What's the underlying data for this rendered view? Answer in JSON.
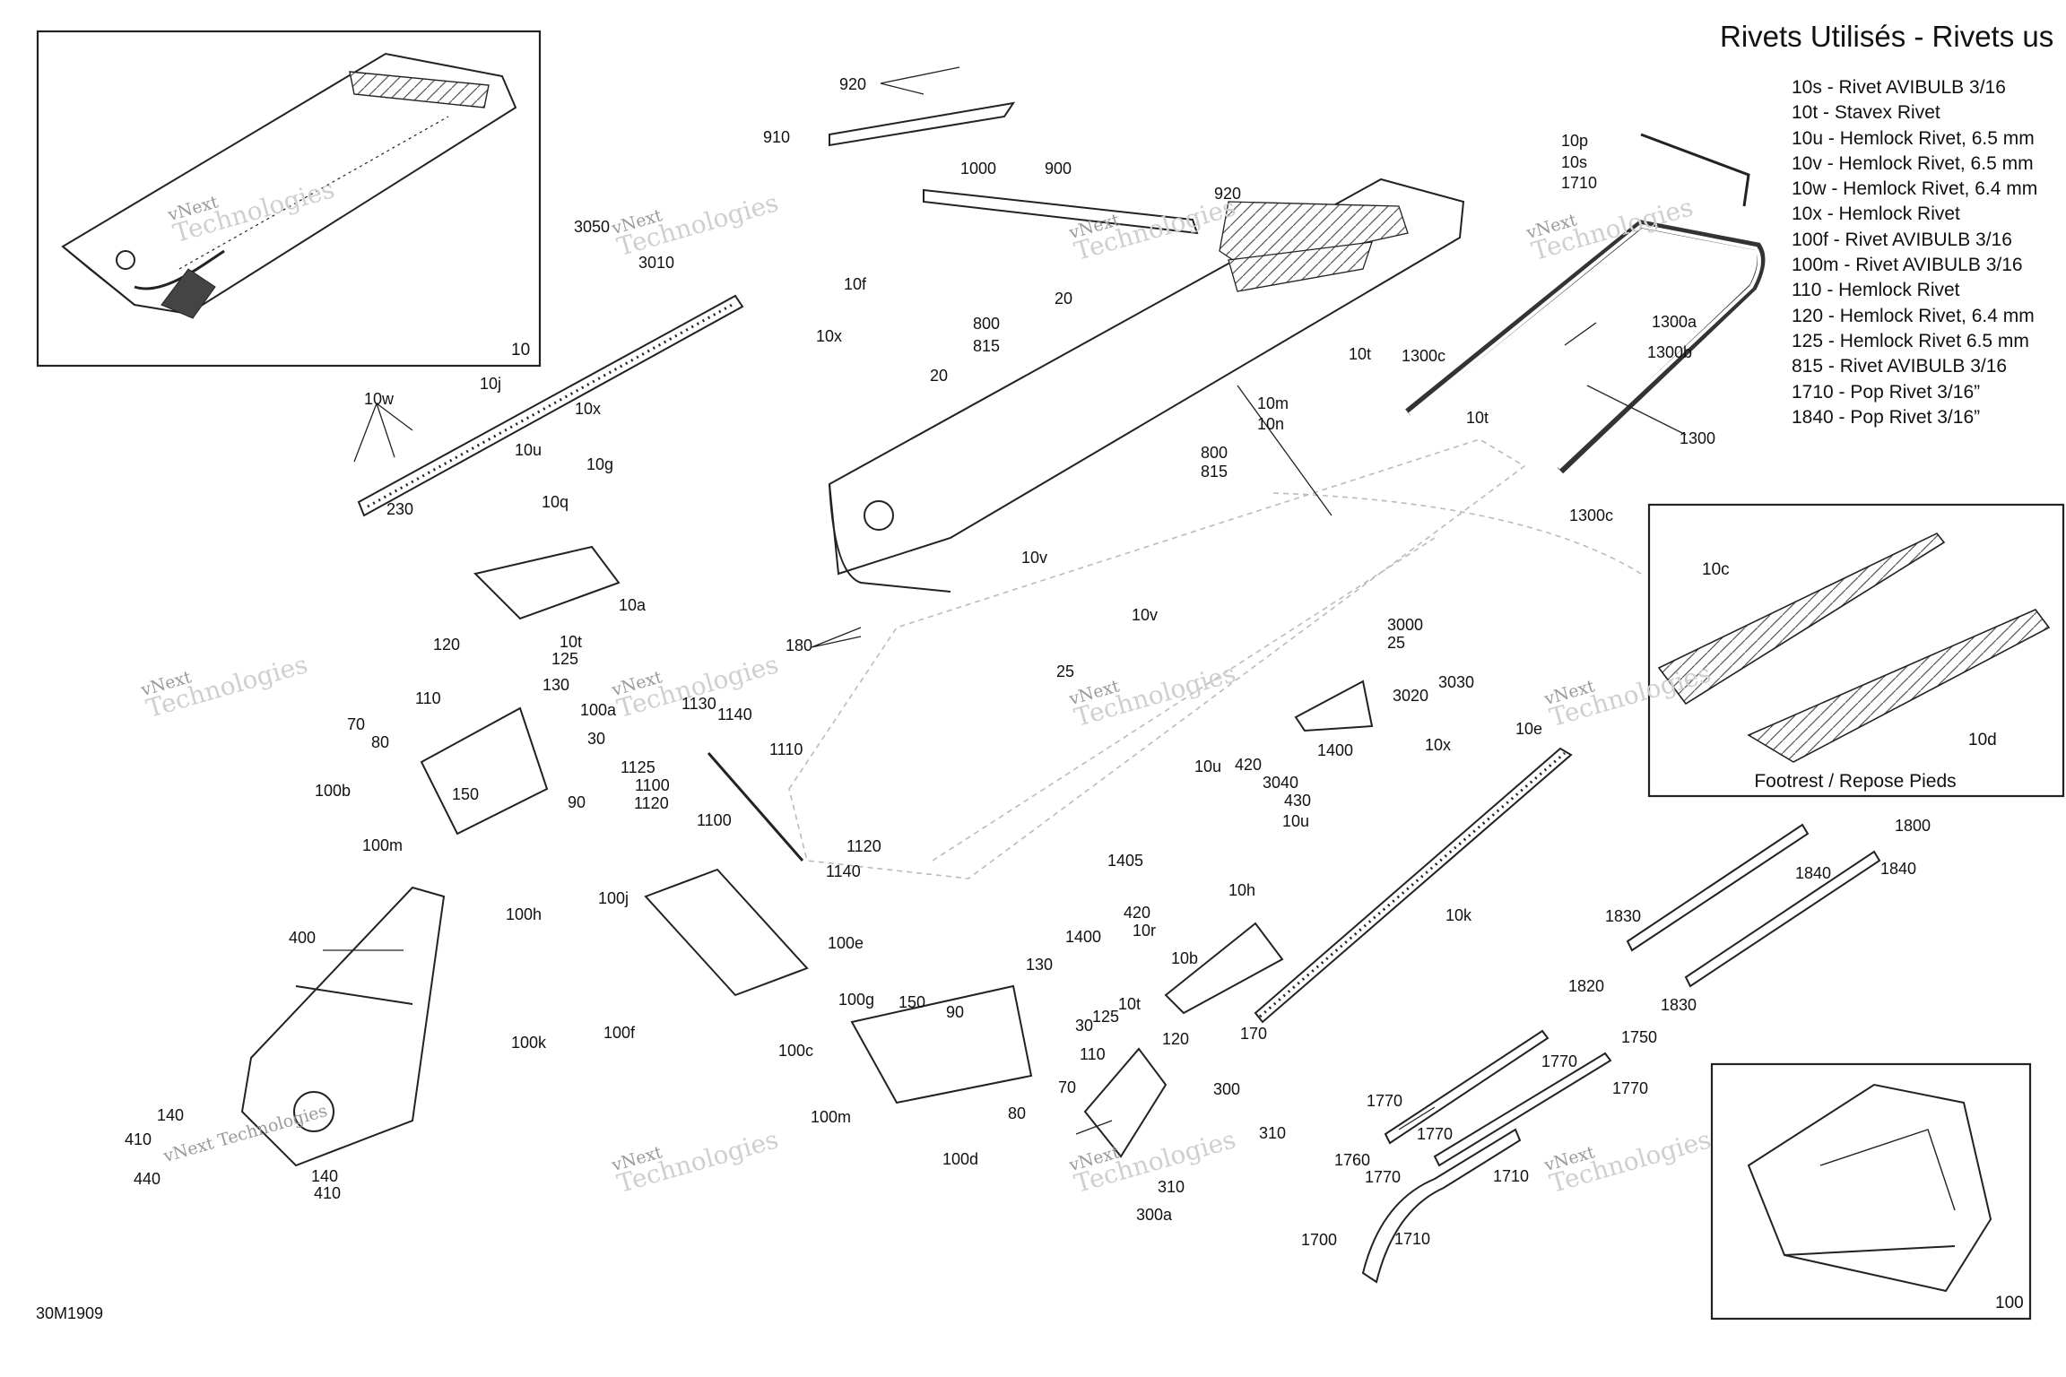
{
  "rivets": {
    "title": "Rivets Utilisés - Rivets us",
    "items": [
      "10s - Rivet AVIBULB 3/16",
      "10t - Stavex Rivet",
      "10u - Hemlock Rivet, 6.5 mm",
      "10v - Hemlock Rivet, 6.5 mm",
      "10w - Hemlock Rivet, 6.4 mm",
      "10x - Hemlock Rivet",
      "100f - Rivet AVIBULB 3/16",
      "100m - Rivet AVIBULB 3/16",
      "110 - Hemlock Rivet",
      "120 - Hemlock Rivet, 6.4 mm",
      "125 - Hemlock Rivet 6.5 mm",
      "815 - Rivet AVIBULB 3/16",
      "1710 - Pop Rivet 3/16”",
      "1840 - Pop Rivet 3/16”"
    ]
  },
  "insets": {
    "tunnel": "10",
    "footrest_caption": "Footrest / Repose Pieds",
    "footrest_left": "10c",
    "footrest_right": "10d",
    "frame": "100"
  },
  "document_id": "30M1909",
  "watermark": {
    "line1": "vNext",
    "line2": "Technologies",
    "line3": "vNext Technologies"
  },
  "callouts": [
    "920",
    "910",
    "1000",
    "900",
    "920",
    "3050",
    "3010",
    "10f",
    "10x",
    "800",
    "815",
    "20",
    "20",
    "10w",
    "10j",
    "10x",
    "10u",
    "10g",
    "230",
    "10q",
    "10a",
    "10m",
    "10n",
    "10t",
    "800",
    "815",
    "1300c",
    "10t",
    "10p",
    "10s",
    "1710",
    "1300a",
    "1300b",
    "1300",
    "1300c",
    "10v",
    "180",
    "120",
    "10t",
    "125",
    "130",
    "110",
    "100a",
    "70",
    "30",
    "80",
    "150",
    "90",
    "100b",
    "100m",
    "10v",
    "25",
    "1130",
    "1140",
    "1110",
    "1125",
    "1100",
    "1120",
    "1100",
    "1120",
    "1140",
    "3000",
    "25",
    "3020",
    "3030",
    "10e",
    "10x",
    "420",
    "1400",
    "3040",
    "430",
    "10u",
    "10u",
    "1405",
    "10h",
    "420",
    "10r",
    "1400",
    "10k",
    "1800",
    "1840",
    "1840",
    "400",
    "100h",
    "100j",
    "100e",
    "10b",
    "130",
    "100g",
    "150",
    "90",
    "30",
    "125",
    "10t",
    "120",
    "170",
    "100c",
    "110",
    "100k",
    "100f",
    "70",
    "80",
    "300",
    "100m",
    "100d",
    "310",
    "310",
    "300a",
    "140",
    "410",
    "440",
    "140",
    "410",
    "1830",
    "1820",
    "1830",
    "1750",
    "1770",
    "1770",
    "1770",
    "1770",
    "1760",
    "1770",
    "1710",
    "1700",
    "1710"
  ]
}
